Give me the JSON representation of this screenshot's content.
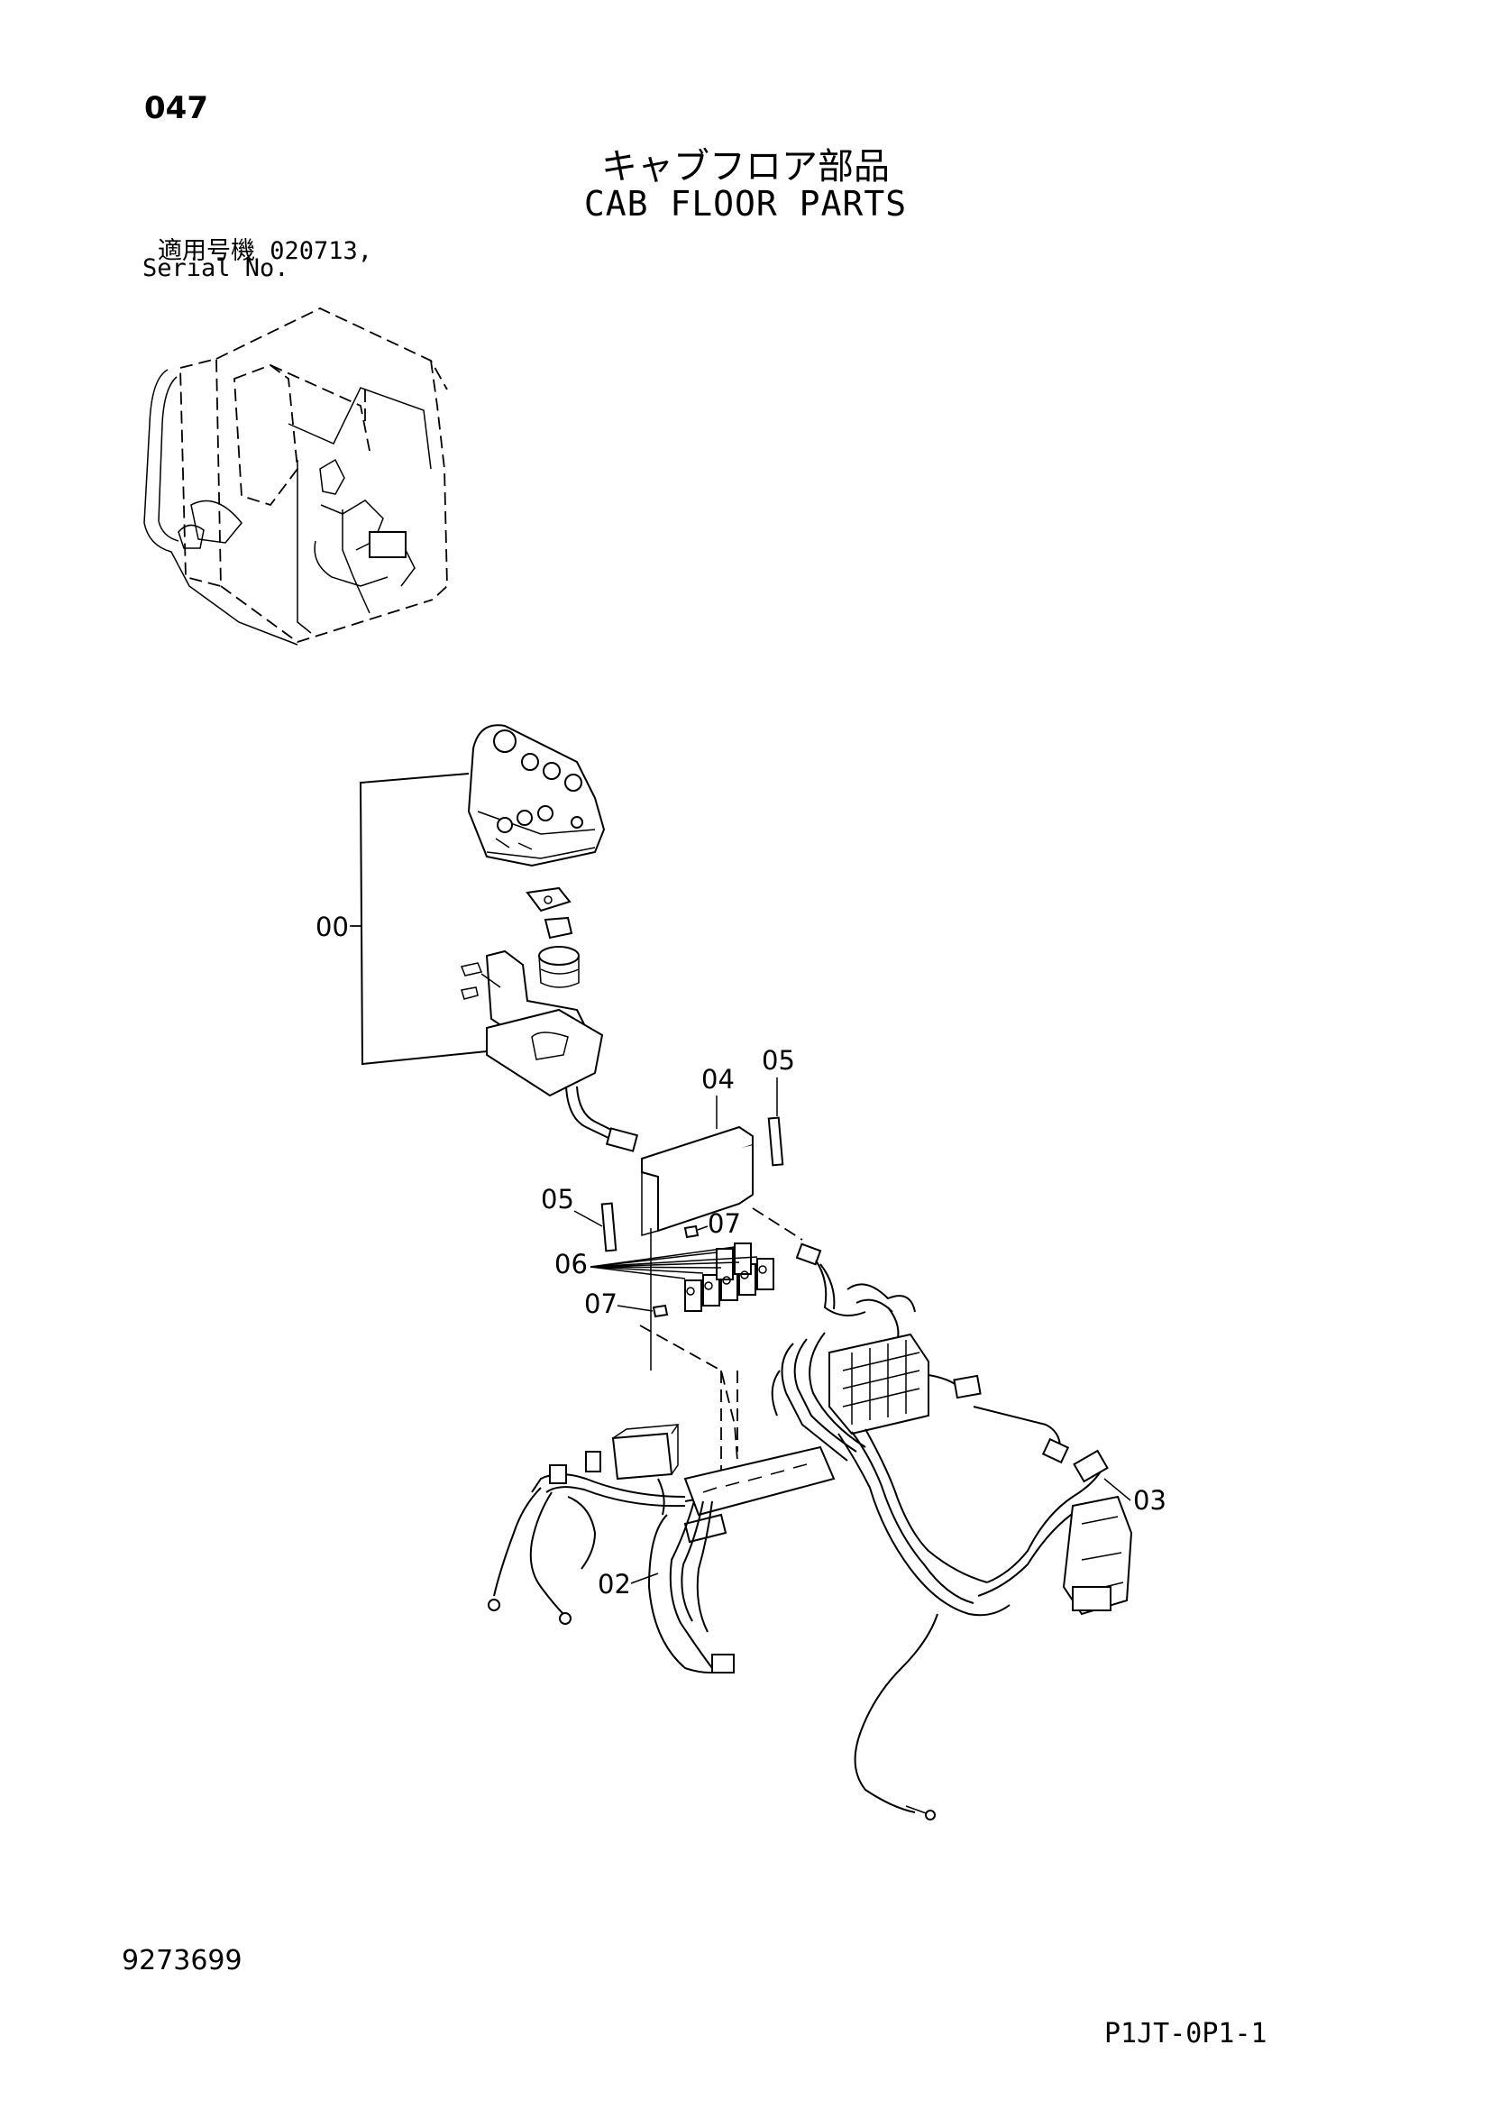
{
  "header": {
    "page_number": "047",
    "title_jp": "キャブフロア部品",
    "title_en": "CAB FLOOR PARTS",
    "serial_label_jp": "適用号機",
    "serial_value": "020713,",
    "serial_label_en": "Serial No."
  },
  "callouts": {
    "c00": "00",
    "c02": "02",
    "c03": "03",
    "c04": "04",
    "c05a": "05",
    "c05b": "05",
    "c06": "06",
    "c07a": "07",
    "c07b": "07"
  },
  "footer": {
    "doc_number": "9273699",
    "drawing_code": "P1JT-0P1-1"
  }
}
